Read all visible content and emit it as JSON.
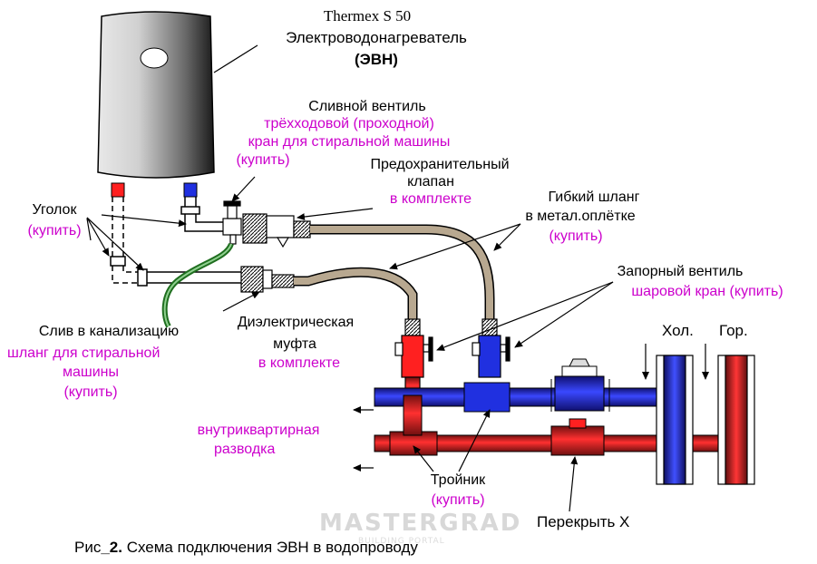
{
  "heater": {
    "model": "Thermex S 50",
    "name": "Электроводонагреватель",
    "abbr": "(ЭВН)"
  },
  "drain_valve": {
    "title": "Сливной вентиль",
    "line1": "трёхходовой (проходной)",
    "line2": "кран для стиральной машины",
    "buy": "(купить)"
  },
  "safety_valve": {
    "line1": "Предохранительный",
    "line2": "клапан",
    "note": "в комплекте"
  },
  "flex_hose": {
    "line1": "Гибкий шланг",
    "line2": "в метал.оплётке",
    "buy": "(купить)"
  },
  "elbow": {
    "title": "Уголок",
    "buy": "(купить)"
  },
  "shutoff": {
    "title": "Запорный вентиль",
    "sub": "шаровой кран (купить)"
  },
  "sewer": {
    "title": "Слив в канализацию",
    "line1": "шланг для  стиральной",
    "line2": "машины",
    "buy": "(купить)"
  },
  "coupling": {
    "line1": "Диэлектрическая",
    "line2": "муфта",
    "note": "в комплекте"
  },
  "risers": {
    "cold": "Хол.",
    "hot": "Гор."
  },
  "internal": {
    "line1": "внутриквартирная",
    "line2": "разводка"
  },
  "tee": {
    "title": "Тройник",
    "buy": "(купить)"
  },
  "close_x": "Перекрыть  Х",
  "watermark": {
    "brand": "MASTERGRAD",
    "sub": "BUILDING PORTAL"
  },
  "caption": {
    "prefix": "Рис",
    "number": "_2.",
    "text": " Схема подключения ЭВН в водопроводу"
  },
  "colors": {
    "accent": "#cc00cc",
    "hot_pipe": "#ff2020",
    "cold_pipe": "#2030e0",
    "hose": "#b8a890",
    "green_hose": "#2a8a2a"
  }
}
